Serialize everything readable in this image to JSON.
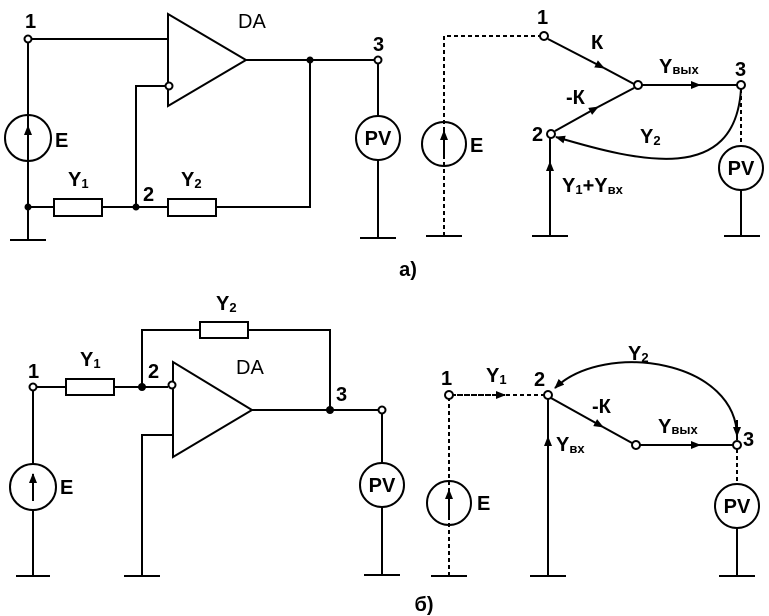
{
  "top": {
    "caption": "а)",
    "schematic": {
      "node1": "1",
      "node2": "2",
      "node3": "3",
      "amp_label": "DA",
      "source_label": "E",
      "meter_label": "PV",
      "y1_main": "Y",
      "y1_sub": "1",
      "y2_main": "Y",
      "y2_sub": "2"
    },
    "graph": {
      "node1": "1",
      "node2": "2",
      "node3": "3",
      "gain_k": "К",
      "gain_minus_k": "-К",
      "y_out_main": "Y",
      "y_out_sub": "вых",
      "y2_main": "Y",
      "y2_sub": "2",
      "sum_y1_main": "Y",
      "sum_y1_sub": "1",
      "sum_plus": "+",
      "sum_yin_main": "Y",
      "sum_yin_sub": "вх",
      "source_label": "E",
      "meter_label": "PV"
    }
  },
  "bottom": {
    "caption": "б)",
    "schematic": {
      "node1": "1",
      "node2": "2",
      "node3": "3",
      "amp_label": "DA",
      "source_label": "E",
      "meter_label": "PV",
      "y1_main": "Y",
      "y1_sub": "1",
      "y2_main": "Y",
      "y2_sub": "2"
    },
    "graph": {
      "node1": "1",
      "node2": "2",
      "node3": "3",
      "y1_main": "Y",
      "y1_sub": "1",
      "y2_main": "Y",
      "y2_sub": "2",
      "gain_minus_k": "-К",
      "y_out_main": "Y",
      "y_out_sub": "вых",
      "y_in_main": "Y",
      "y_in_sub": "вх",
      "source_label": "E",
      "meter_label": "PV"
    }
  }
}
